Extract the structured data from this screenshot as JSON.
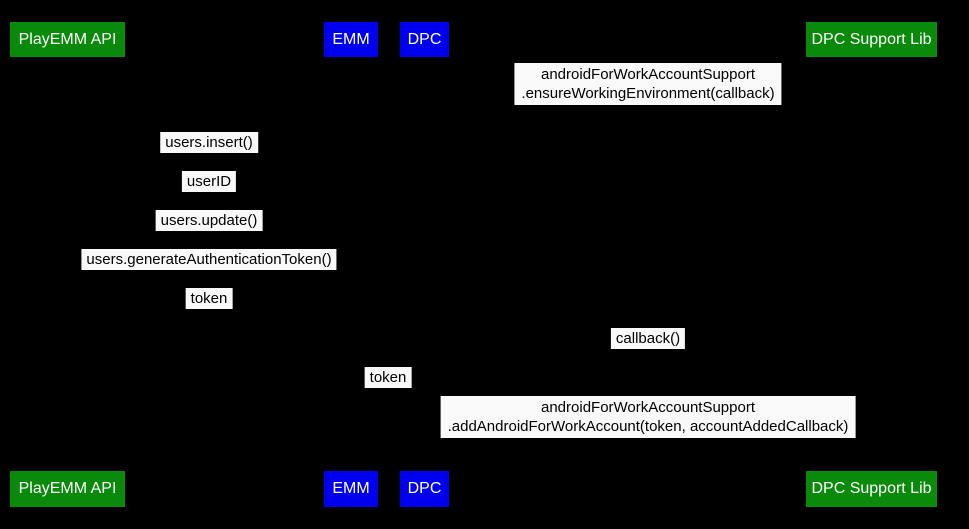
{
  "diagram": {
    "kind": "sequence-diagram",
    "colors": {
      "background": "#000000",
      "actor_green": "#0a8a0a",
      "actor_blue": "#0000ee",
      "actor_text": "#ffffff",
      "message_label_background": "#f9f9f9",
      "message_label_text": "#000000"
    }
  },
  "actors": [
    {
      "label": "PlayEMM API",
      "color": "#0a8a0a"
    },
    {
      "label": "EMM",
      "color": "#0000ee"
    },
    {
      "label": "DPC",
      "color": "#0000ee"
    },
    {
      "label": "DPC Support Lib",
      "color": "#0a8a0a"
    }
  ],
  "messages": [
    {
      "lines": [
        "androidForWorkAccountSupport",
        ".ensureWorkingEnvironment(callback)"
      ]
    },
    {
      "text": "users.insert()"
    },
    {
      "text": "userID"
    },
    {
      "text": "users.update()"
    },
    {
      "text": "users.generateAuthenticationToken()"
    },
    {
      "text": "token"
    },
    {
      "text": "callback()"
    },
    {
      "text": "token"
    },
    {
      "lines": [
        "androidForWorkAccountSupport",
        ".addAndroidForWorkAccount(token, accountAddedCallback)"
      ]
    }
  ]
}
